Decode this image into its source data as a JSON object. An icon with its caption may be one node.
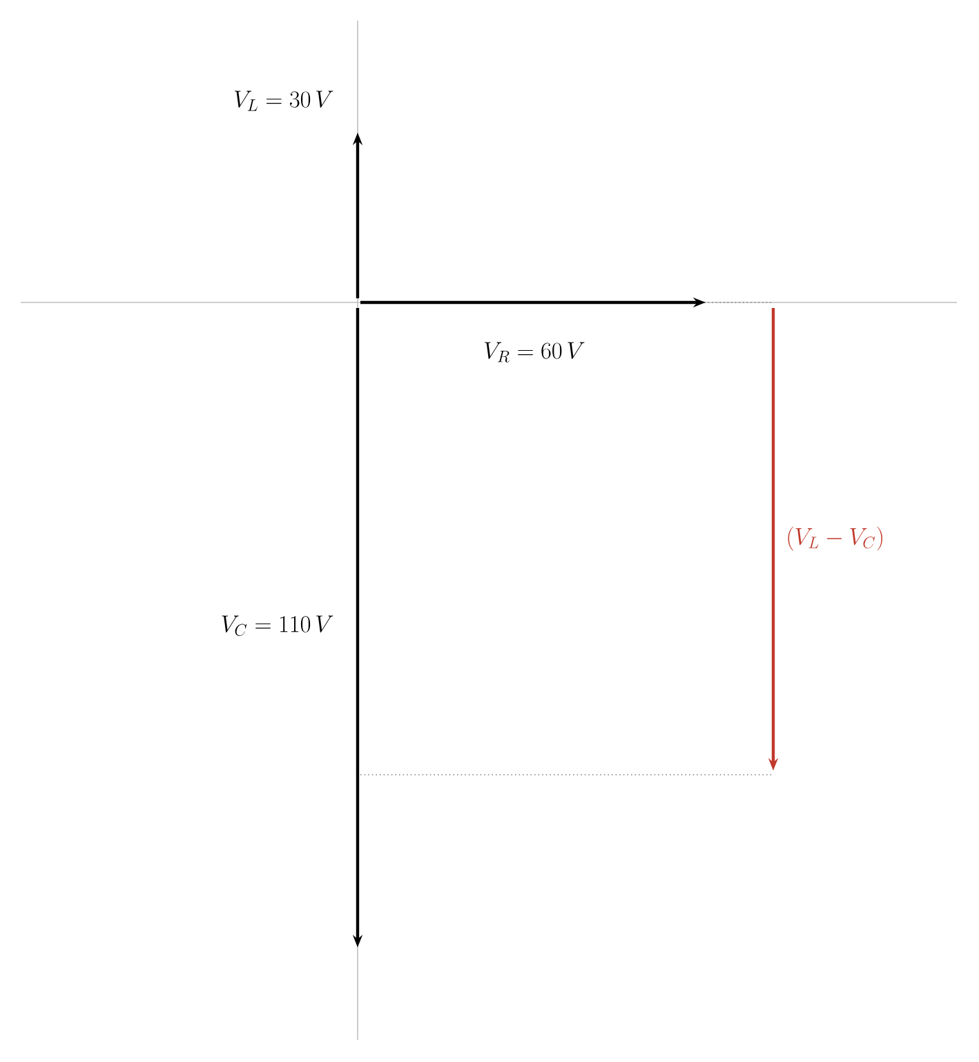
{
  "diagram": {
    "labels": [
      "V_L = 30\\,V",
      "V_R = 60\\,V",
      "V_C = 110\\,V",
      "(V_L - V_C)"
    ]
  }
}
